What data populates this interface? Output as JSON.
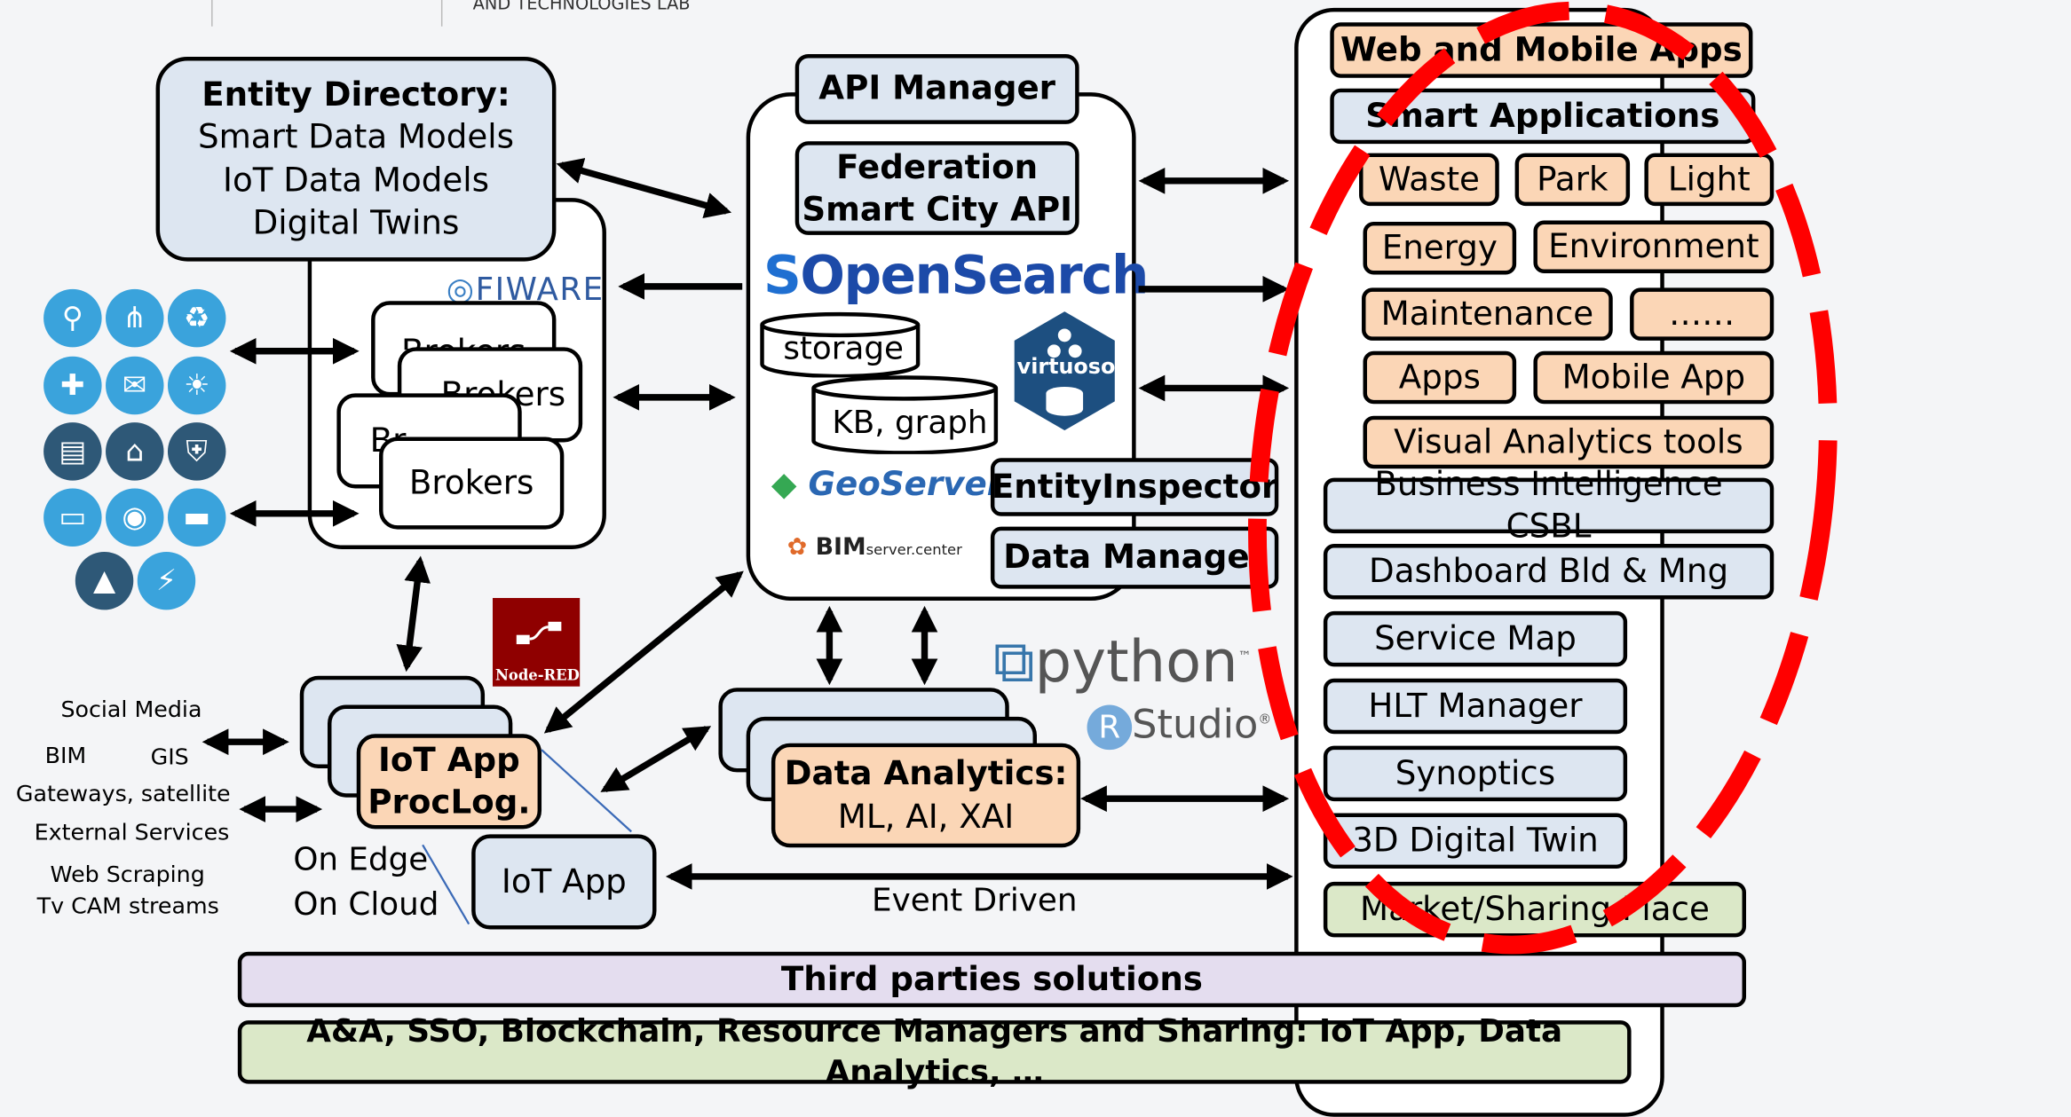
{
  "header": {
    "lab_text": "AND TECHNOLOGIES LAB"
  },
  "entity_directory": {
    "title": "Entity Directory:",
    "lines": [
      "Smart Data Models",
      "IoT Data Models",
      "Digital Twins"
    ]
  },
  "fiware": {
    "logo": "FIWARE"
  },
  "brokers": {
    "label": "Brokers",
    "partial_1": "Brokers",
    "partial_2": "Brokers",
    "partial_3": "Br"
  },
  "api_manager": {
    "label": "API Manager"
  },
  "federation": {
    "line1": "Federation",
    "line2": "Smart City API"
  },
  "opensearch": {
    "logo": "OpenSearch"
  },
  "storage": {
    "label": "storage"
  },
  "kb_graph": {
    "label": "KB, graph"
  },
  "virtuoso": {
    "logo": "virtuoso"
  },
  "geoserver": {
    "logo": "GeoServer"
  },
  "bimserver": {
    "logo_main": "BIM",
    "logo_sub": "server.center"
  },
  "entity_inspector": {
    "label": "EntityInspector"
  },
  "data_manager": {
    "label": "Data Manager"
  },
  "nodered": {
    "label": "Node-RED"
  },
  "python": {
    "logo": "python",
    "tm": "™"
  },
  "rstudio": {
    "letter": "R",
    "logo": "Studio",
    "reg": "®"
  },
  "iot_app_proclog": {
    "line1": "IoT App",
    "line2": "ProcLog."
  },
  "iot_app": {
    "label": "IoT App"
  },
  "data_analytics": {
    "line1": "Data Analytics:",
    "line2": "ML, AI, XAI"
  },
  "sources": {
    "social": "Social Media",
    "bim": "BIM",
    "gis": "GIS",
    "gateways": "Gateways, satellite",
    "external": "External Services",
    "scraping": "Web Scraping",
    "tvcam": "Tv CAM streams"
  },
  "edge_cloud": {
    "edge": "On Edge",
    "cloud": "On Cloud"
  },
  "event_driven": {
    "label": "Event Driven"
  },
  "right_panel": {
    "web_mobile": "Web and Mobile Apps",
    "smart_apps": "Smart Applications",
    "waste": "Waste",
    "park": "Park",
    "light": "Light",
    "energy": "Energy",
    "environment": "Environment",
    "maintenance": "Maintenance",
    "dots": "……",
    "apps": "Apps",
    "mobile_app": "Mobile App",
    "visual_analytics": "Visual Analytics tools",
    "bi": "Business Intelligence CSBL",
    "dashboard": "Dashboard Bld & Mng",
    "service_map": "Service Map",
    "hlt": "HLT Manager",
    "synoptics": "Synoptics",
    "digital_twin": "3D Digital Twin",
    "market": "Market/Sharing  Place"
  },
  "third_parties": {
    "label": "Third parties solutions"
  },
  "bottom_bar": {
    "label": "A&A, SSO, Blockchain, Resource Managers and Sharing: IoT App, Data Analytics, …"
  },
  "colors": {
    "blue_box": "#dde6f1",
    "orange_box": "#fbd6b6",
    "green_box": "#dbe8c8",
    "lavender_box": "#e4ddef",
    "red_dash": "#ff0000"
  },
  "icons": [
    "faucet-icon",
    "share-icon",
    "recycle-icon",
    "medical-kit-icon",
    "chat-icon",
    "lightbulb-icon",
    "building-icon",
    "home-icon",
    "shield-icon",
    "laptop-icon",
    "camera-icon",
    "car-icon",
    "graduation-cap-icon",
    "lightning-icon"
  ]
}
